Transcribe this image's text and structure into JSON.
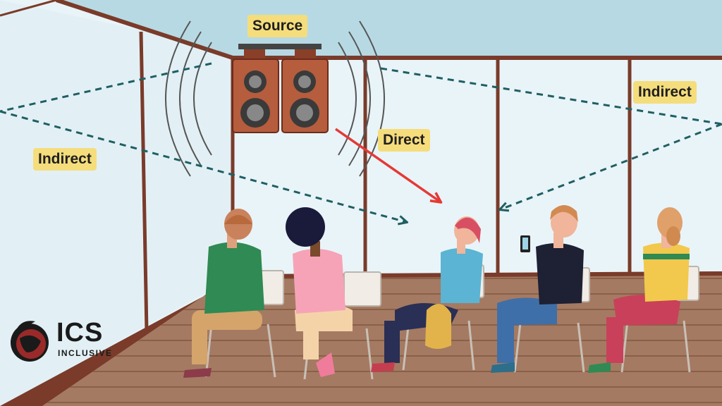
{
  "labels": {
    "source": "Source",
    "direct": "Direct",
    "indirect_left": "Indirect",
    "indirect_right": "Indirect"
  },
  "logo": {
    "name": "ICS",
    "subtitle": "INCLUSIVE"
  },
  "colors": {
    "label_bg": "#f5dd7c",
    "direct_arrow": "#e53935",
    "indirect_arrow": "#1f5f63",
    "ceiling": "#b7d9e3",
    "floor": "#9b6e55",
    "wall_frame": "#7a3b2a",
    "speaker": "#b65d3d"
  },
  "icons": [
    "speaker-icon",
    "globe-icon"
  ]
}
